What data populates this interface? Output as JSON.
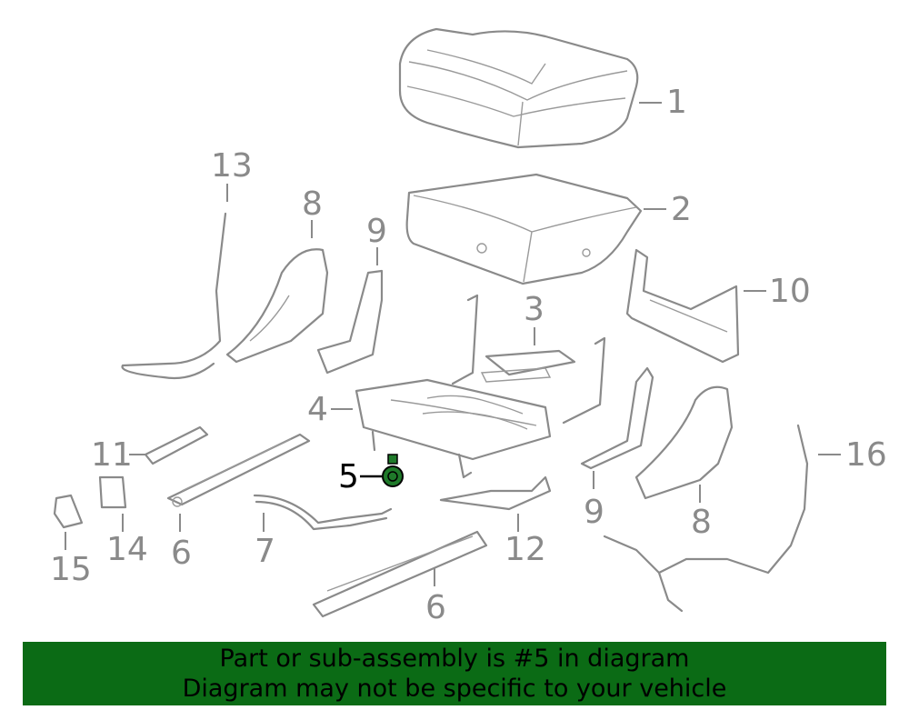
{
  "callouts": {
    "c1": "1",
    "c2": "2",
    "c3": "3",
    "c4": "4",
    "c5": "5",
    "c6a": "6",
    "c6b": "6",
    "c7": "7",
    "c8a": "8",
    "c8b": "8",
    "c9a": "9",
    "c9b": "9",
    "c10": "10",
    "c11": "11",
    "c12": "12",
    "c13": "13",
    "c14": "14",
    "c15": "15",
    "c16": "16"
  },
  "banner": {
    "line1": "Part or sub-assembly is #5 in diagram",
    "line2": "Diagram may not be specific to your vehicle"
  },
  "colors": {
    "banner_bg": "#0b6b15",
    "highlight_part": "#1f7a2a",
    "line_gray": "#8a8a8a"
  }
}
